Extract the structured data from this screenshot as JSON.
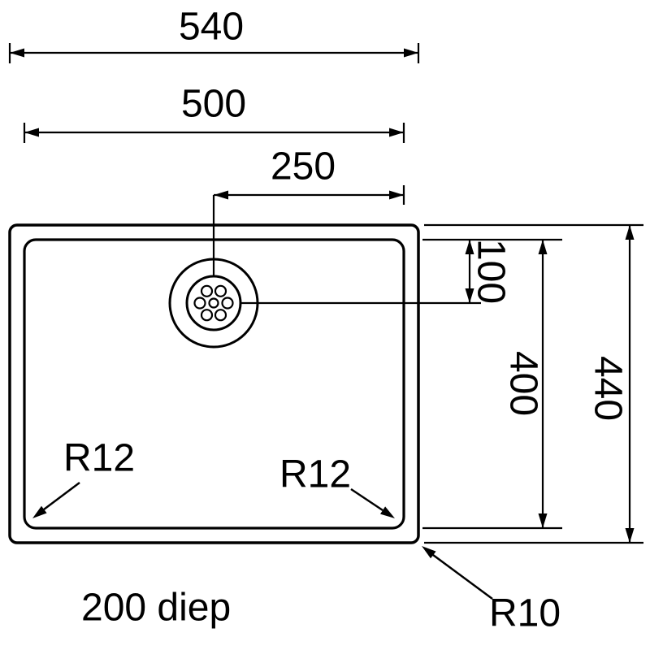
{
  "drawing": {
    "labels": {
      "overall_width": "540",
      "bowl_width": "500",
      "drain_center_offset": "250",
      "drain_top_offset": "100",
      "bowl_depth": "400",
      "overall_depth": "440",
      "bowl_radius_left": "R12",
      "bowl_radius_right": "R12",
      "outer_radius": "R10",
      "depth_note": "200 diep"
    },
    "colors": {
      "line": "#000000",
      "background": "#ffffff"
    }
  }
}
